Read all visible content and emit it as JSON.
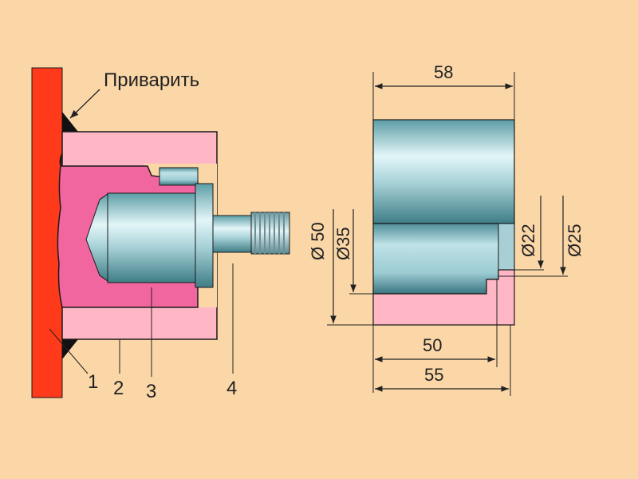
{
  "background": "#fbd7a8",
  "colors": {
    "wall": "#ff3a1a",
    "weld": "#111111",
    "housing": "#ffb7c6",
    "insert": "#f2669f",
    "steel_light": "#d4eef2",
    "steel_dark": "#5c9ea6",
    "thread": "#8fb9bf"
  },
  "annotation": {
    "weld_note": "Приварить"
  },
  "callouts": [
    "1",
    "2",
    "3",
    "4"
  ],
  "dimensions": {
    "overall_length": "58",
    "bore_depth": "50",
    "base_length": "55",
    "dia_outer": "Ø 50",
    "dia_bore": "Ø35",
    "dia_small": "Ø22",
    "dia_step": "Ø25"
  }
}
